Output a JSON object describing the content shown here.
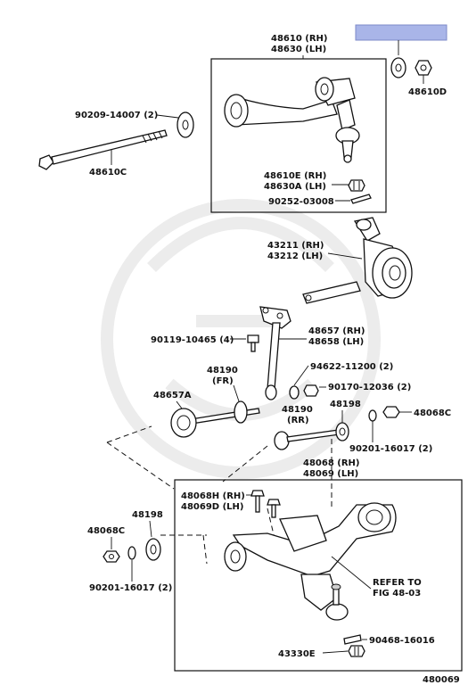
{
  "diagram_id": "480069",
  "highlight_color": "#a9b5e8",
  "labels": {
    "p48610": "48610 (RH)",
    "p48630": "48630 (LH)",
    "p48610D": "48610D",
    "p90209": "90209-14007 (2)",
    "p48610C": "48610C",
    "p48610E": "48610E (RH)",
    "p48630A": "48630A (LH)",
    "p90252": "90252-03008",
    "p43211": "43211 (RH)",
    "p43212": "43212 (LH)",
    "p48657": "48657 (RH)",
    "p48658": "48658 (LH)",
    "p90119": "90119-10465 (4)",
    "p94622": "94622-11200 (2)",
    "p48190_fr": "48190",
    "p48190_fr_sub": "(FR)",
    "p90170": "90170-12036 (2)",
    "p48657A": "48657A",
    "p48190_rr": "48190",
    "p48190_rr_sub": "(RR)",
    "p48198_top": "48198",
    "p48068C_right": "48068C",
    "p90201_right": "90201-16017 (2)",
    "p48068": "48068 (RH)",
    "p48069": "48069 (LH)",
    "p48068H": "48068H (RH)",
    "p48069D": "48069D (LH)",
    "p48068C_left": "48068C",
    "p48198_left": "48198",
    "p90201_left": "90201-16017 (2)",
    "refer1": "REFER TO",
    "refer2": "FIG 48-03",
    "p90468": "90468-16016",
    "p43330E": "43330E"
  }
}
